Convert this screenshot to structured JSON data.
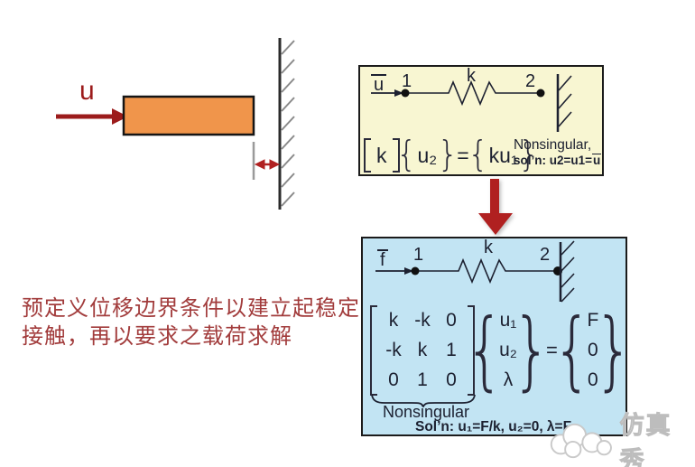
{
  "colors": {
    "arrow_red": "#9c1c1c",
    "down_arrow_red": "#b02020",
    "block_orange": "#f0954b",
    "yellow_box_bg": "#f8f6d2",
    "blue_box_bg": "#c2e4f3",
    "ink": "#1c2030",
    "chinese_text": "#a23c3c",
    "hatch_gray": "#8a8a8a"
  },
  "left_diagram": {
    "u_label": "u"
  },
  "caption": {
    "line1": "预定义位移边界条件以建立起稳定",
    "line2": "接触，再以要求之载荷求解"
  },
  "yellow_box": {
    "diagram": {
      "force_label": "u",
      "node1": "1",
      "spring_label": "k",
      "node2": "2"
    },
    "eq": {
      "m": "k",
      "v": "u₂",
      "equals": "=",
      "rhs": "ku₁",
      "brace_open": "{",
      "brace_close": "}"
    },
    "note1": "Nonsingular,",
    "note2_prefix": "sol’n: u2=u1=",
    "note2_bar": "u"
  },
  "blue_box": {
    "diagram": {
      "force_label": "f",
      "node1": "1",
      "spring_label": "k",
      "node2": "2"
    },
    "matrix": {
      "rows": [
        [
          "k",
          "-k",
          "0"
        ],
        [
          "-k",
          "k",
          "1"
        ],
        [
          "0",
          "1",
          "0"
        ]
      ],
      "vector": [
        "u₁",
        "u₂",
        "λ"
      ],
      "equals": "=",
      "rhs": [
        "F",
        "0",
        "0"
      ],
      "brace_open": "{",
      "brace_close": "}"
    },
    "underbrace_label": "Nonsingular",
    "solution": "Sol’n: u₁=F/k, u₂=0, λ=F"
  },
  "watermark": {
    "text": "仿真秀"
  }
}
